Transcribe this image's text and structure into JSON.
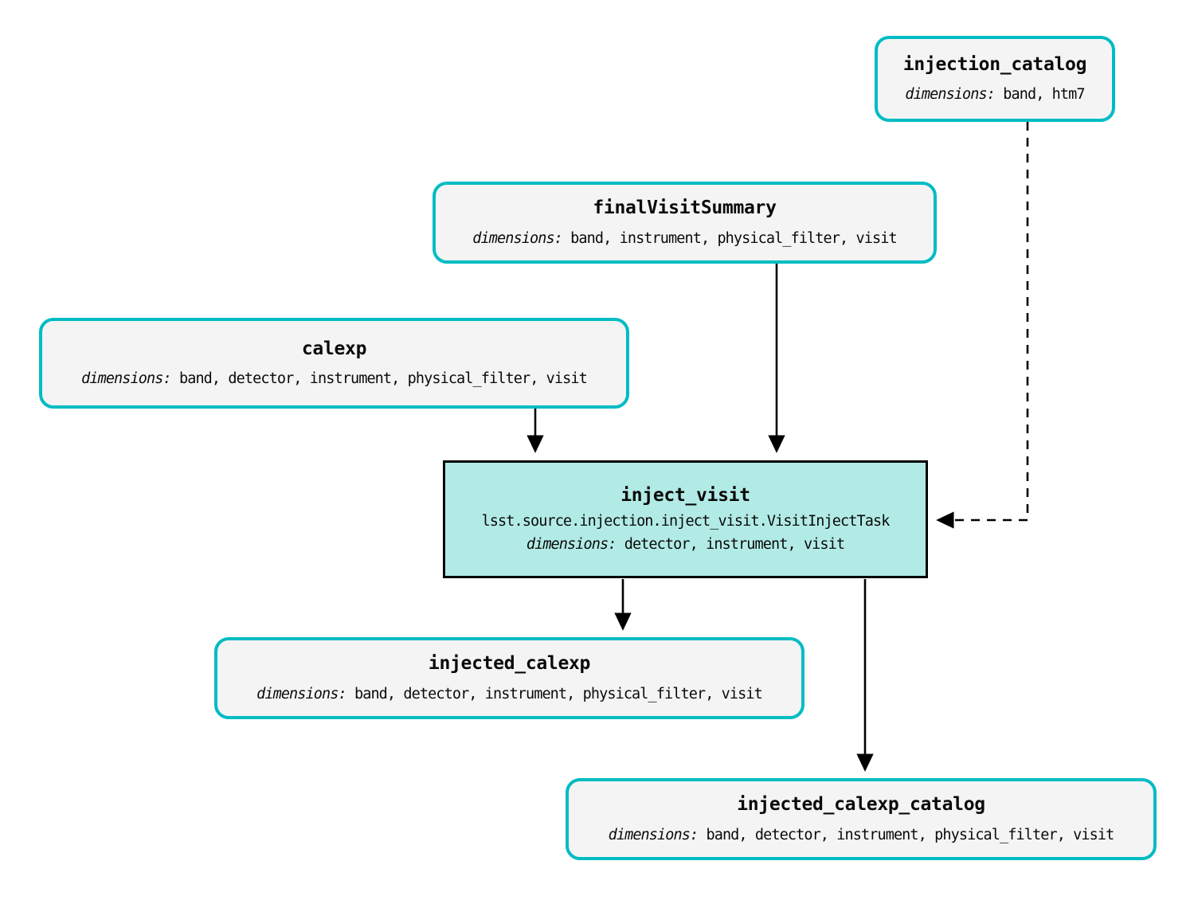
{
  "diagram": {
    "type": "pipeline-graph",
    "title_hidden": "",
    "colors": {
      "dataset_border": "#00bcc4",
      "dataset_fill": "#f4f4f4",
      "task_border": "#000000",
      "task_fill": "#b2ebe5",
      "edge": "#000000",
      "background": "#ffffff"
    },
    "dims_label": "dimensions:",
    "nodes": [
      {
        "id": "injection_catalog",
        "kind": "dataset",
        "title": "injection_catalog",
        "dims_label": "dimensions:",
        "dims_value": " band, htm7"
      },
      {
        "id": "finalVisitSummary",
        "kind": "dataset",
        "title": "finalVisitSummary",
        "dims_label": "dimensions:",
        "dims_value": " band, instrument, physical_filter, visit"
      },
      {
        "id": "calexp",
        "kind": "dataset",
        "title": "calexp",
        "dims_label": "dimensions:",
        "dims_value": " band, detector, instrument, physical_filter, visit"
      },
      {
        "id": "inject_visit",
        "kind": "task",
        "title": "inject_visit",
        "task_path": "lsst.source.injection.inject_visit.VisitInjectTask",
        "dims_label": "dimensions:",
        "dims_value": " detector, instrument, visit"
      },
      {
        "id": "injected_calexp",
        "kind": "dataset",
        "title": "injected_calexp",
        "dims_label": "dimensions:",
        "dims_value": " band, detector, instrument, physical_filter, visit"
      },
      {
        "id": "injected_calexp_catalog",
        "kind": "dataset",
        "title": "injected_calexp_catalog",
        "dims_label": "dimensions:",
        "dims_value": " band, detector, instrument, physical_filter, visit"
      }
    ],
    "edges": [
      {
        "from": "finalVisitSummary",
        "to": "inject_visit",
        "style": "solid"
      },
      {
        "from": "calexp",
        "to": "inject_visit",
        "style": "solid"
      },
      {
        "from": "injection_catalog",
        "to": "inject_visit",
        "style": "dashed"
      },
      {
        "from": "inject_visit",
        "to": "injected_calexp",
        "style": "solid"
      },
      {
        "from": "inject_visit",
        "to": "injected_calexp_catalog",
        "style": "solid"
      }
    ]
  }
}
